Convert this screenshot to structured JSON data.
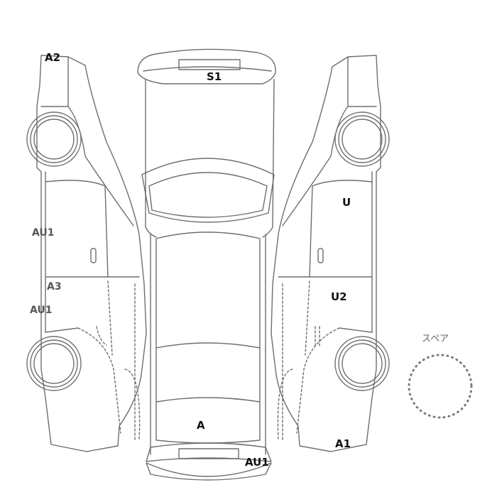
{
  "labels": {
    "a2": "A2",
    "s1": "S1",
    "u": "U",
    "au1_left_upper": "AU1",
    "a3": "A3",
    "au1_left_lower": "AU1",
    "u2": "U2",
    "a": "A",
    "a1": "A1",
    "au1_rear": "AU1",
    "spare": "スペア"
  },
  "colors": {
    "line": "#6e6e6e",
    "label_dark": "#111111",
    "label_gray": "#555555",
    "dotted": "#7a7a7a"
  }
}
